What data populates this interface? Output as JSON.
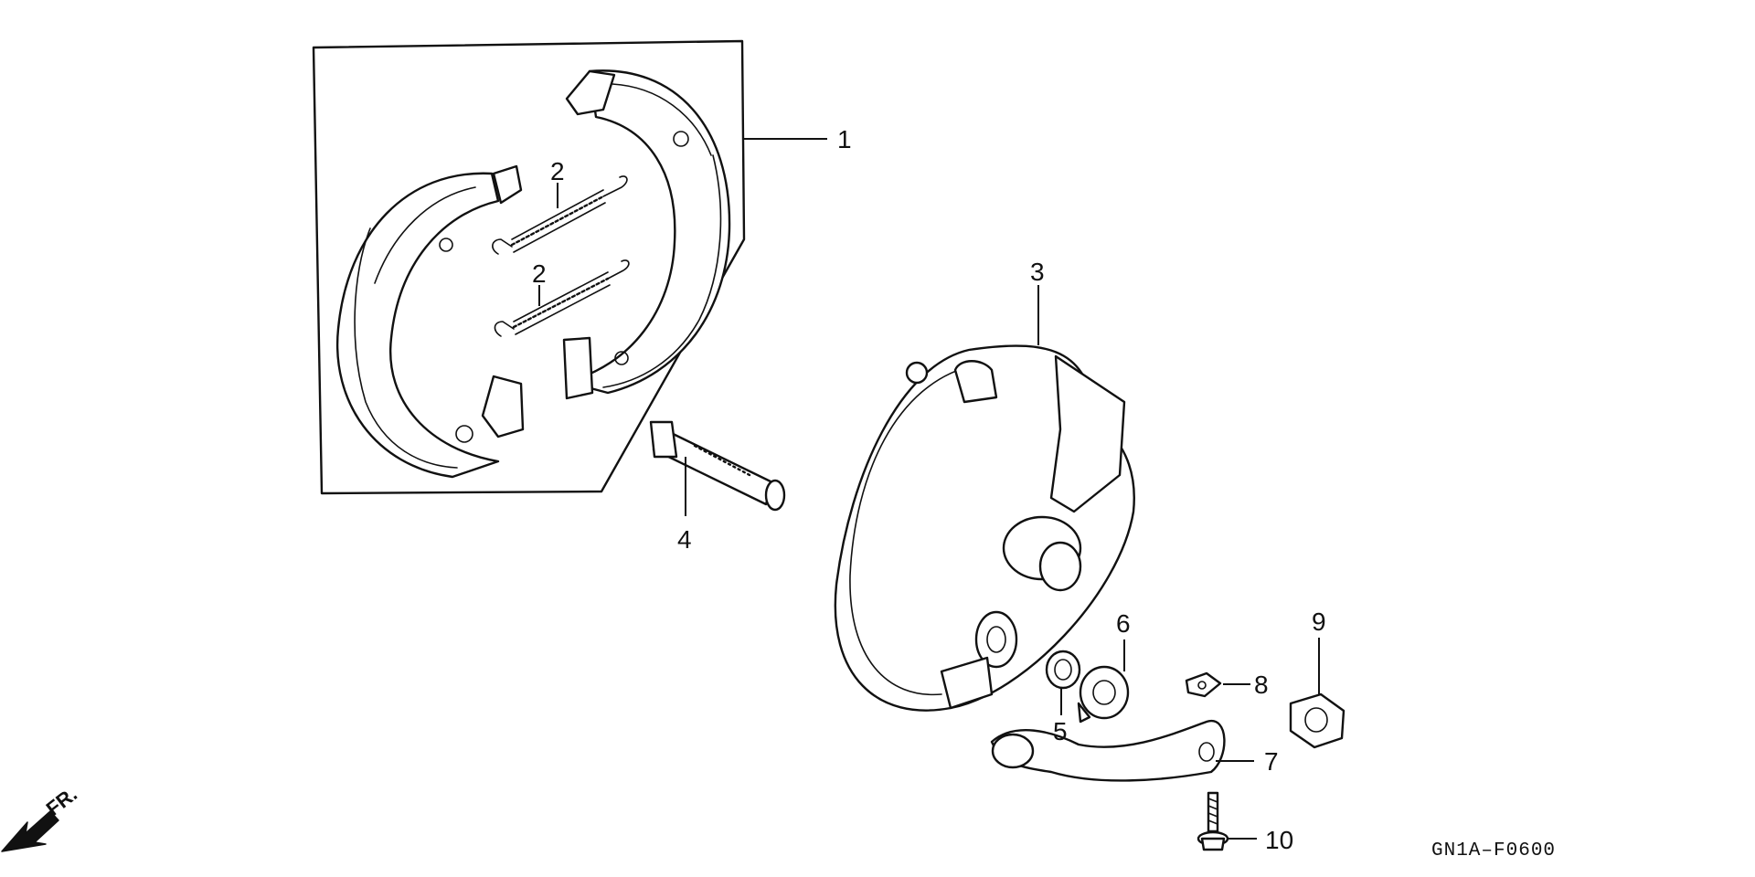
{
  "callouts": {
    "c1": "1",
    "c2a": "2",
    "c2b": "2",
    "c3": "3",
    "c4": "4",
    "c5": "5",
    "c6": "6",
    "c7": "7",
    "c8": "8",
    "c9": "9",
    "c10": "10"
  },
  "direction_label": "FR.",
  "figure_code": "GN1A–F0600"
}
